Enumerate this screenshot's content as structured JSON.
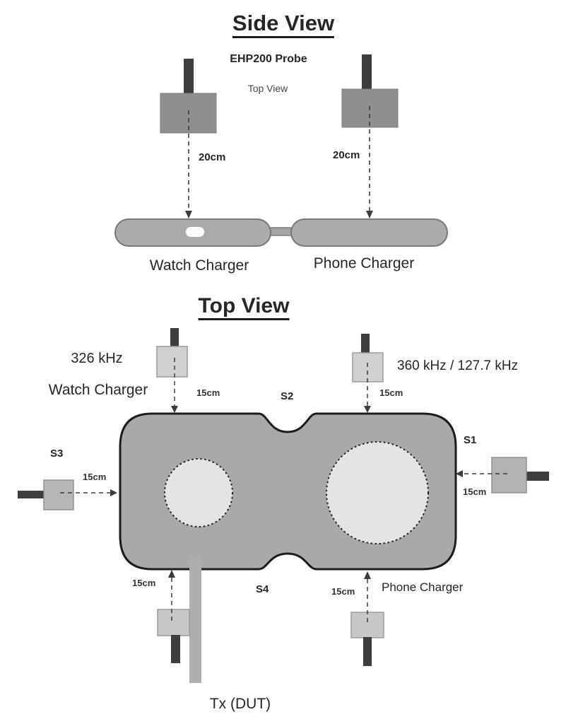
{
  "side_view": {
    "title": "Side View",
    "probe_label": "EHP200 Probe",
    "probe_sublabel": "Top View",
    "distance_left": "20cm",
    "distance_right": "20cm",
    "watch_charger": "Watch Charger",
    "phone_charger": "Phone Charger"
  },
  "top_view": {
    "title": "Top View",
    "watch_frequency": "326 kHz",
    "watch_charger": "Watch Charger",
    "phone_frequency": "360 kHz / 127.7 kHz",
    "phone_charger": "Phone Charger",
    "side_s1": "S1",
    "side_s2": "S2",
    "side_s3": "S3",
    "side_s4": "S4",
    "distance_top_left": "15cm",
    "distance_top_right": "15cm",
    "distance_left": "15cm",
    "distance_right": "15cm",
    "distance_bottom_left": "15cm",
    "distance_bottom_right": "15cm",
    "tx_label": "Tx (DUT)"
  },
  "colors": {
    "pad_fill": "#a9a9a9",
    "pad_outline": "#1c1c1c",
    "probe_stem": "#3e3e3e",
    "probe_body_dark": "#8f8f8f",
    "probe_body_light": "#d0d0d0",
    "coil_fill": "#e4e4e4",
    "arrow": "#3c3c3c",
    "text": "#262626"
  }
}
